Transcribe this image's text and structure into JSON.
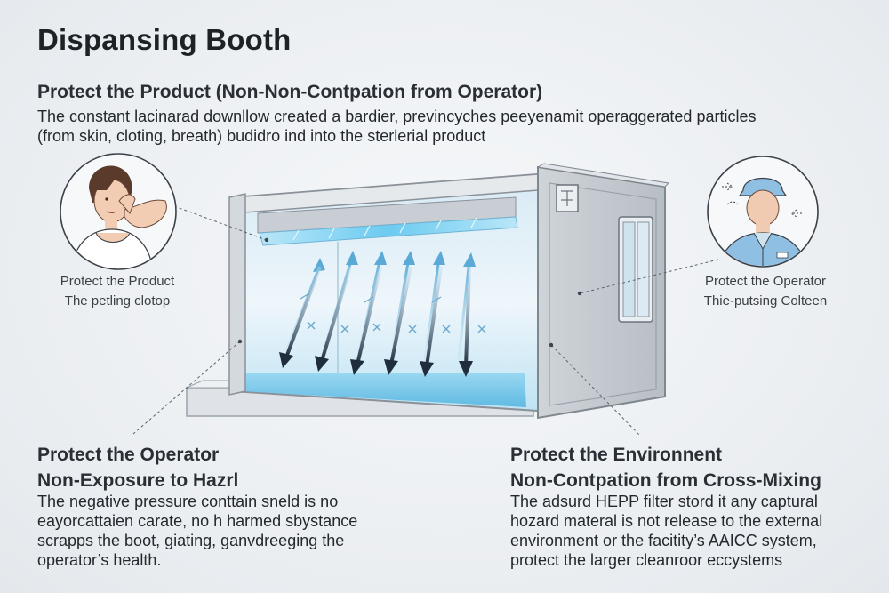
{
  "title": "Dispansing Booth",
  "product_section": {
    "heading": "Protect the Product (Non-Non-Contpation from Operator)",
    "lines": [
      "The constant lacinarad downllow created a bardier, previncyches peeyenamit operaggerated particles",
      "(from skin, cloting, breath) budidro ind into the sterlerial product"
    ]
  },
  "left_figure": {
    "icon": "woman-touching-face-icon",
    "caption_lines": [
      "Protect the Product",
      "The petling clotop"
    ]
  },
  "right_figure": {
    "icon": "operator-in-cleanroom-suit-icon",
    "caption_lines": [
      "Protect the Operator",
      "Thie-putsing Colteen"
    ]
  },
  "operator_section": {
    "heading_lines": [
      "Protect the Operator",
      "Non-Exposure to Hazrl"
    ],
    "lines": [
      "The negative pressure conttain sneld is no",
      "eayorcattaien carate, no h harmed sbystance",
      "scrapps the boot, giating, ganvdreeging the",
      "operator’s health."
    ]
  },
  "environment_section": {
    "heading_lines": [
      "Protect the Environnent",
      "Non-Contpation from Cross-Mixing"
    ],
    "lines": [
      "The adsurd HEPP filter stord it any captural",
      "hozard materal is not release to the external",
      "environment or the facitity’s AAICC system,",
      "protect the larger cleanroor eccystems"
    ]
  },
  "colors": {
    "airflow_blue": "#6ec6ea",
    "booth_grey": "#c7ccd2",
    "arrow_dark": "#2f3f52",
    "uniform_blue": "#8fc0e4"
  }
}
